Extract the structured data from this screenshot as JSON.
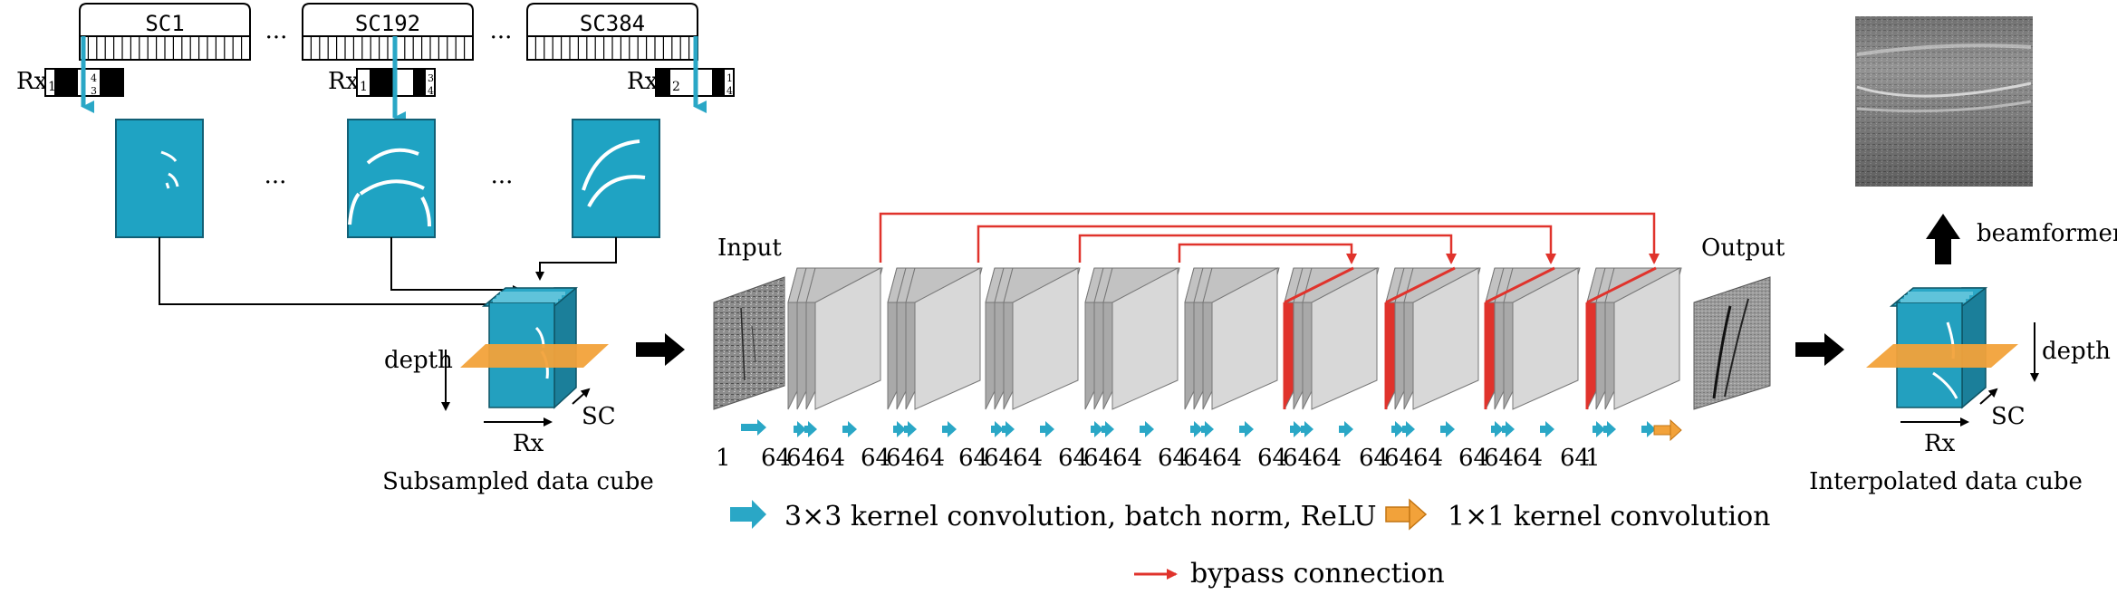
{
  "colors": {
    "teal": "#2aa7c6",
    "teal_dark": "#1b7f9a",
    "orange": "#f2a23a",
    "red": "#e0332c",
    "layer_face": "#d8d8d8",
    "layer_side": "#a9a9a9",
    "black": "#000000"
  },
  "subcarriers": {
    "sc1": "SC1",
    "sc192": "SC192",
    "sc384": "SC384",
    "ellipsis": "···"
  },
  "rx_label": "Rx",
  "rx_strips": [
    {
      "a": "1",
      "b": "4",
      "c": "3"
    },
    {
      "a": "1",
      "b": "3",
      "c": "4"
    },
    {
      "a": "2",
      "b": "1",
      "c": "4"
    }
  ],
  "left_cube": {
    "depth": "depth",
    "rx": "Rx",
    "sc": "SC",
    "caption": "Subsampled data cube"
  },
  "network": {
    "input": "Input",
    "output": "Output",
    "channel_labels": [
      "1",
      "64",
      "64",
      "64",
      "64",
      "64",
      "64",
      "64",
      "64",
      "64",
      "64",
      "64",
      "64",
      "64",
      "64",
      "64",
      "64",
      "64",
      "64",
      "64",
      "64",
      "64",
      "64",
      "64",
      "64",
      "64",
      "1"
    ]
  },
  "legend": {
    "conv3": "3×3 kernel convolution, batch norm, ReLU",
    "conv1": "1×1 kernel convolution",
    "bypass": "bypass connection"
  },
  "right": {
    "beamformer": "beamformer",
    "depth": "depth",
    "rx": "Rx",
    "sc": "SC",
    "caption": "Interpolated data cube"
  }
}
